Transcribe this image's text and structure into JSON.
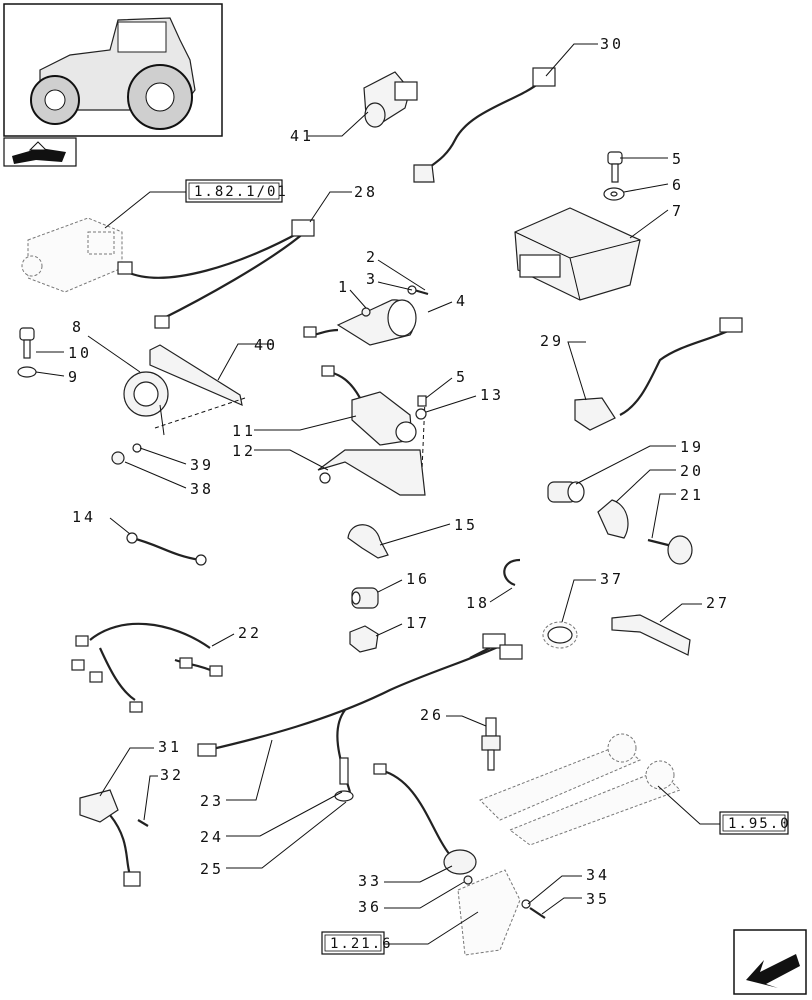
{
  "callouts": [
    "1",
    "2",
    "3",
    "4",
    "5",
    "6",
    "7",
    "8",
    "9",
    "10",
    "11",
    "12",
    "13",
    "14",
    "15",
    "16",
    "17",
    "18",
    "19",
    "20",
    "21",
    "22",
    "23",
    "24",
    "25",
    "26",
    "27",
    "28",
    "29",
    "30",
    "31",
    "32",
    "33",
    "34",
    "35",
    "36",
    "37",
    "38",
    "39",
    "40",
    "41"
  ],
  "callout_5b": "5",
  "refs": {
    "r1": "1.82.1/01",
    "r2": "1.95.0",
    "r3": "1.21.6"
  },
  "icons": {
    "thumbnail": "tractor-icon",
    "nav_prev": "book-arrow-icon",
    "nav_next": "next-arrow-icon"
  }
}
